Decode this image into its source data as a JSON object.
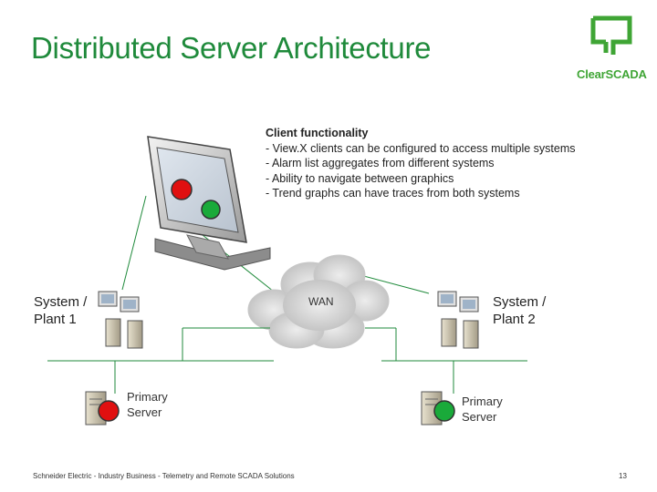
{
  "title": "Distributed Server Architecture",
  "logo": {
    "text": "ClearSCADA",
    "color": "#3fa535"
  },
  "client": {
    "heading": "Client functionality",
    "bullets": [
      "- View.X clients can be configured to access multiple systems",
      "- Alarm list aggregates from different systems",
      "- Ability to navigate between graphics",
      "- Trend graphs can have traces from both systems"
    ]
  },
  "wan_label": "WAN",
  "systems": [
    {
      "label_line1": "System /",
      "label_line2": "Plant 1",
      "server_line1": "Primary",
      "server_line2": "Server",
      "server_status_color": "#e01010"
    },
    {
      "label_line1": "System /",
      "label_line2": "Plant 2",
      "server_line1": "Primary",
      "server_line2": "Server",
      "server_status_color": "#1aaa3a"
    }
  ],
  "monitor_status": {
    "left": "#e01010",
    "right": "#1aaa3a"
  },
  "colors": {
    "title": "#1f8a3b",
    "link_line": "#1f8a3b",
    "network_bus": "#1f8a3b"
  },
  "footer": "Schneider Electric - Industry Business - Telemetry and Remote SCADA Solutions",
  "page_number": "13"
}
